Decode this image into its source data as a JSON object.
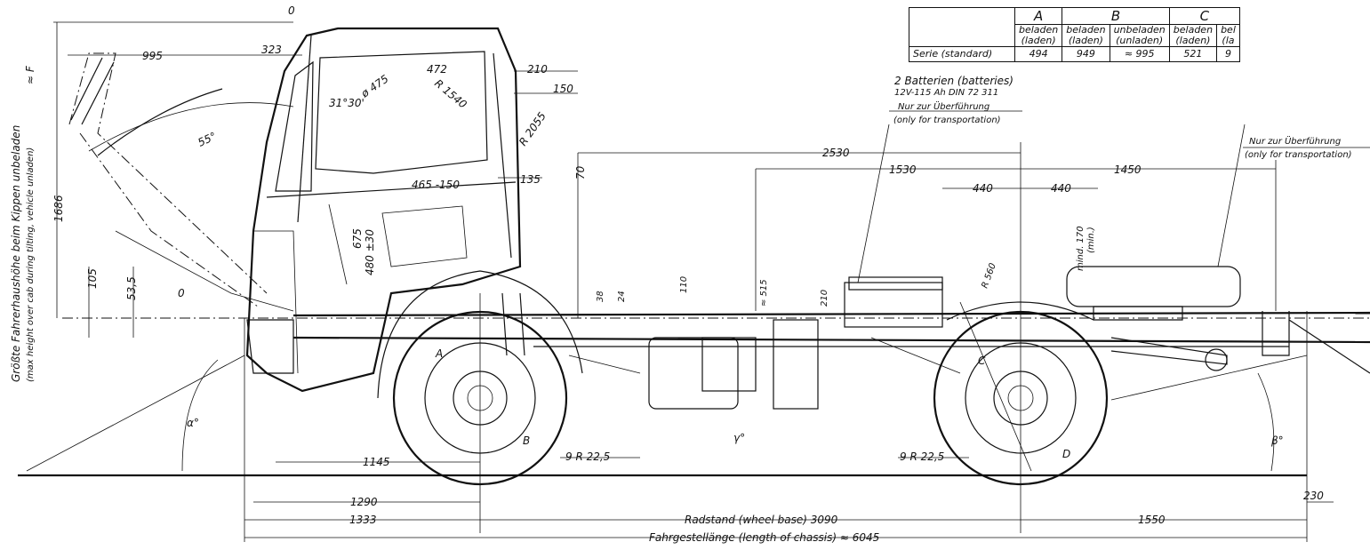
{
  "table": {
    "groups": [
      "A",
      "B",
      "C"
    ],
    "sub_headers": [
      {
        "top": "beladen",
        "bottom": "(laden)"
      },
      {
        "top": "beladen",
        "bottom": "(laden)"
      },
      {
        "top": "unbeladen",
        "bottom": "(unladen)"
      },
      {
        "top": "beladen",
        "bottom": "(laden)"
      },
      {
        "top": "bel",
        "bottom": "(la"
      }
    ],
    "row_label": "Serie (standard)",
    "row_values": [
      "494",
      "949",
      "≈ 995",
      "521",
      "9"
    ]
  },
  "side_label": {
    "line1": "Größte Fahrerhaushöhe beim Kippen unbeladen",
    "line2": "(max height over cab during tilting, vehicle unladen)",
    "symbol": "≈ F"
  },
  "notes": {
    "batteries_1": "2 Batterien (batteries)",
    "batteries_2": "12V-115 Ah DIN 72 311",
    "transport_1": "Nur zur Überführung",
    "transport_2": "(only for transportation)",
    "transport_right_1": "Nur zur Überführung",
    "transport_right_2": "(only for transportation)"
  },
  "dimensions": {
    "zero_top": "0",
    "d995": "995",
    "d323": "323",
    "d472": "472",
    "d210": "210",
    "d150": "150",
    "phi475": "ø 475",
    "r1540": "R 1540",
    "r2055": "R 2055",
    "a31": "31°30'",
    "d55": "55°",
    "d1686": "1686",
    "d465": "465 -150",
    "d135": "135",
    "d70": "70",
    "d2530": "2530",
    "d1530": "1530",
    "d1450": "1450",
    "d440a": "440",
    "d440b": "440",
    "d675": "675",
    "d480": "480 ±30",
    "d105": "105",
    "d535": "53,5",
    "zero_low": "0",
    "d38": "38",
    "d24": "24",
    "d110": "110",
    "d515": "≈ 515",
    "d210b": "210",
    "r560": "R 560",
    "mind170": "mind. 170",
    "min": "(min.)",
    "tyre1": "9 R 22,5",
    "tyre2": "9 R 22,5",
    "d1145": "1145",
    "d1290": "1290",
    "d1333": "1333",
    "wheelbase": "Radstand (wheel base) 3090",
    "d1550": "1550",
    "d230": "230",
    "chassis": "Fahrgestellänge (length of chassis) ≈ 6045",
    "alpha": "α°",
    "beta": "β°",
    "gamma": "γ°",
    "A": "A",
    "B": "B",
    "C": "C",
    "D": "D"
  }
}
